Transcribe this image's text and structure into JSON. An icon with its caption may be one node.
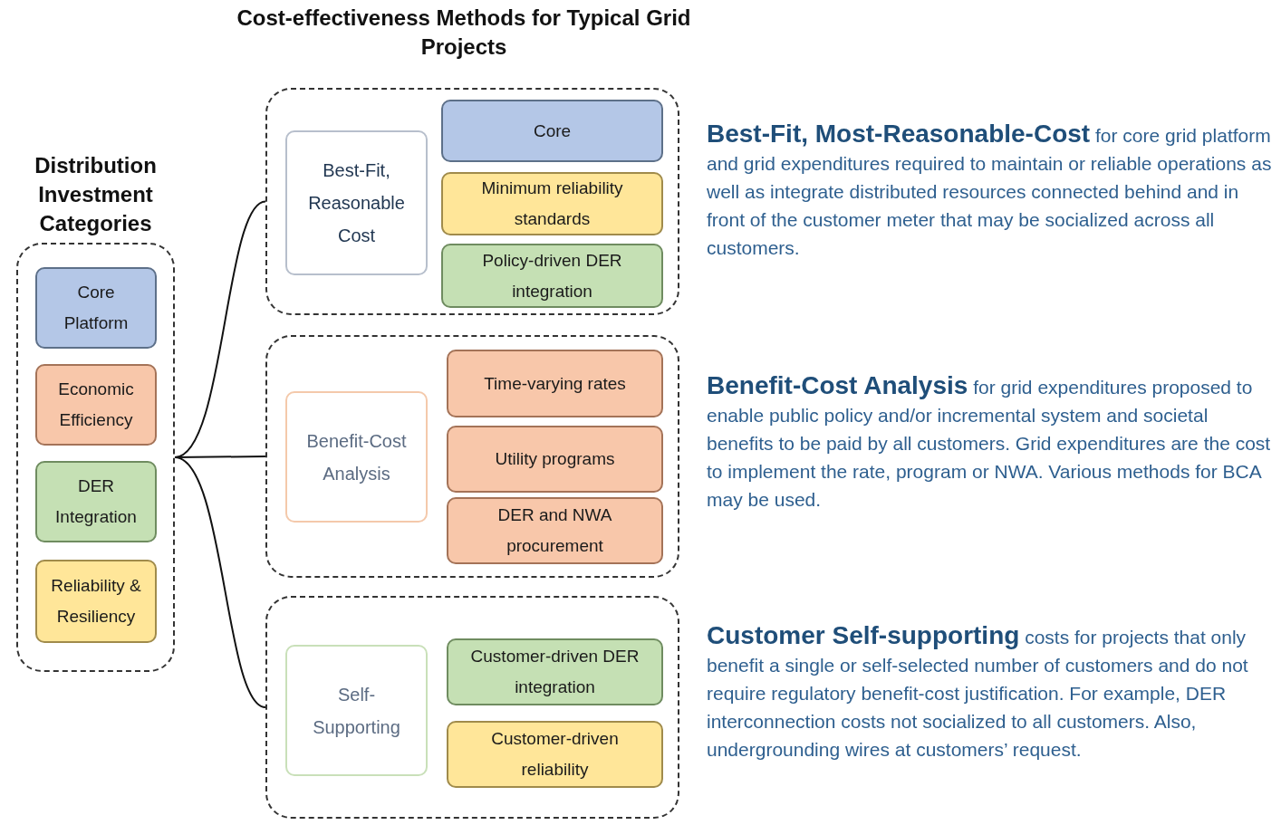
{
  "diagram": {
    "title": "Cost-effectiveness Methods for Typical Grid Projects",
    "nodes": [
      {
        "text": [
          "Distribution Investment Categories"
        ]
      },
      {
        "text": [
          "Core Platform"
        ],
        "in": 0
      },
      {
        "text": [
          "Economic Efficiency"
        ],
        "in": 0
      },
      {
        "text": [
          "DER Integration"
        ],
        "in": 0
      },
      {
        "text": [
          "Reliability & Resiliency"
        ],
        "in": 0
      },
      {
        "text": [],
        "shape": "box"
      },
      {
        "text": [
          "Best-Fit, Reasonable Cost"
        ],
        "in": 5
      },
      {
        "text": [
          "Core"
        ],
        "in": 5
      },
      {
        "text": [
          "Minimum reliability standards"
        ],
        "in": 5
      },
      {
        "text": [
          "Policy-driven DER integration"
        ],
        "in": 5
      },
      {
        "text": [],
        "shape": "box"
      },
      {
        "text": [
          "Benefit-Cost Analysis"
        ],
        "in": 10
      },
      {
        "text": [
          "Time-varying rates"
        ],
        "in": 10
      },
      {
        "text": [
          "Utility programs"
        ],
        "in": 10
      },
      {
        "text": [
          "DER and NWA procurement"
        ],
        "in": 10
      },
      {
        "text": [],
        "shape": "box"
      },
      {
        "text": [
          "Self-Supporting"
        ],
        "in": 15
      },
      {
        "text": [
          "Customer-driven DER integration"
        ],
        "in": 15
      },
      {
        "text": [
          "Customer-driven reliability"
        ],
        "in": 15
      }
    ],
    "edges": [
      {
        "from": 0,
        "to": 5,
        "arrow": "none"
      },
      {
        "from": 0,
        "to": 10,
        "arrow": "none"
      },
      {
        "from": 0,
        "to": 15,
        "arrow": "none"
      }
    ],
    "labels": [
      "**Best-Fit, Most-Reasonable-Cost** for core grid platform and grid expenditures required to maintain or reliable operations as well as integrate distributed resources connected behind and in front of the customer meter that may be socialized across all customers.",
      "**Benefit-Cost Analysis** for grid expenditures proposed to enable public policy and/or incremental system and societal benefits to be paid by all customers. Grid expenditures are the cost to implement the rate, program or NWA. Various methods for BCA may be used.",
      "**Customer Self-supporting** costs for projects that only benefit a single or self-selected number of customers and do not require regulatory benefit-cost justification. For example, DER interconnection costs not socialized to all customers. Also, undergrounding wires at customers’ request."
    ]
  }
}
